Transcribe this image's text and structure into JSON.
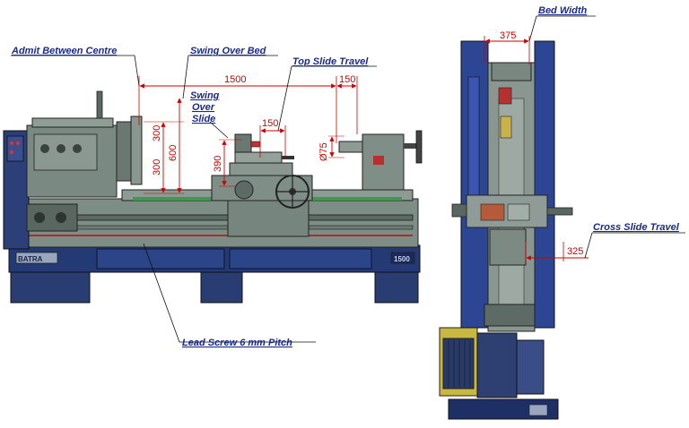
{
  "labels": {
    "admit_between_centre": "Admit Between Centre",
    "swing_over_bed": "Swing Over Bed",
    "top_slide_travel": "Top Slide Travel",
    "swing_over_slide_1": "Swing",
    "swing_over_slide_2": "Over",
    "swing_over_slide_3": "Slide",
    "bed_width": "Bed Width",
    "cross_slide_travel": "Cross Slide Travel",
    "lead_screw": "Lead Screw 6 mm Pitch"
  },
  "dimensions": {
    "admit_between_centre": "1500",
    "top_slide_right": "150",
    "top_slide_travel": "150",
    "swing_half_upper": "300",
    "swing_half_lower": "300",
    "swing_over_bed": "600",
    "swing_over_slide": "390",
    "tailstock_bore": "Ø75",
    "bed_width": "375",
    "cross_slide_travel": "325"
  },
  "plate_text": {
    "brand": "BATRA",
    "model": "1500"
  },
  "colors": {
    "label": "#1a2a8c",
    "dimension": "#cc0000",
    "body_grey": "#7f8f88",
    "base_navy": "#1f3268",
    "side_blue": "#2e4aa0"
  }
}
